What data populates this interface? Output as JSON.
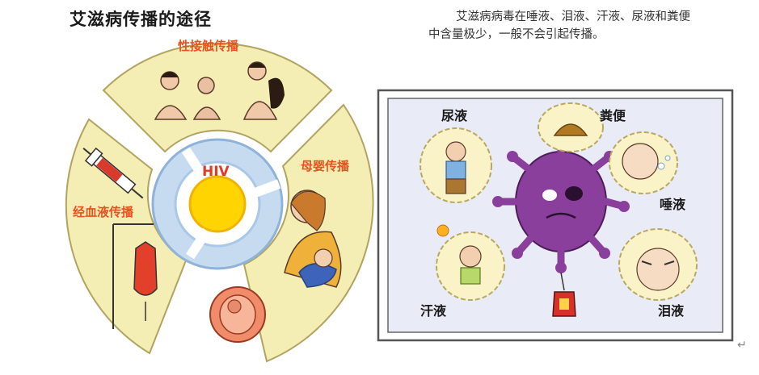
{
  "title": "艾滋病传播的途径",
  "center_label": "HIV",
  "routes": {
    "sexual": "性接触传播",
    "mother_infant": "母婴传播",
    "blood": "经血液传播"
  },
  "note_text": "艾滋病病毒在唾液、泪液、汗液、尿液和粪便中含量极少，一般不会引起传播。",
  "fluids": {
    "urine": "尿液",
    "feces": "粪便",
    "saliva": "唾液",
    "sweat": "汗液",
    "tears": "泪液"
  },
  "return_mark": "↵",
  "colors": {
    "segment_fill": "#f4eeb4",
    "segment_stroke": "#b0a460",
    "ring_blue": "#a9c7e8",
    "center_yellow": "#ffd400",
    "label_orange": "#e8521e",
    "virus_purple": "#8a3f9c",
    "panel_bg": "#e9ecf6"
  }
}
